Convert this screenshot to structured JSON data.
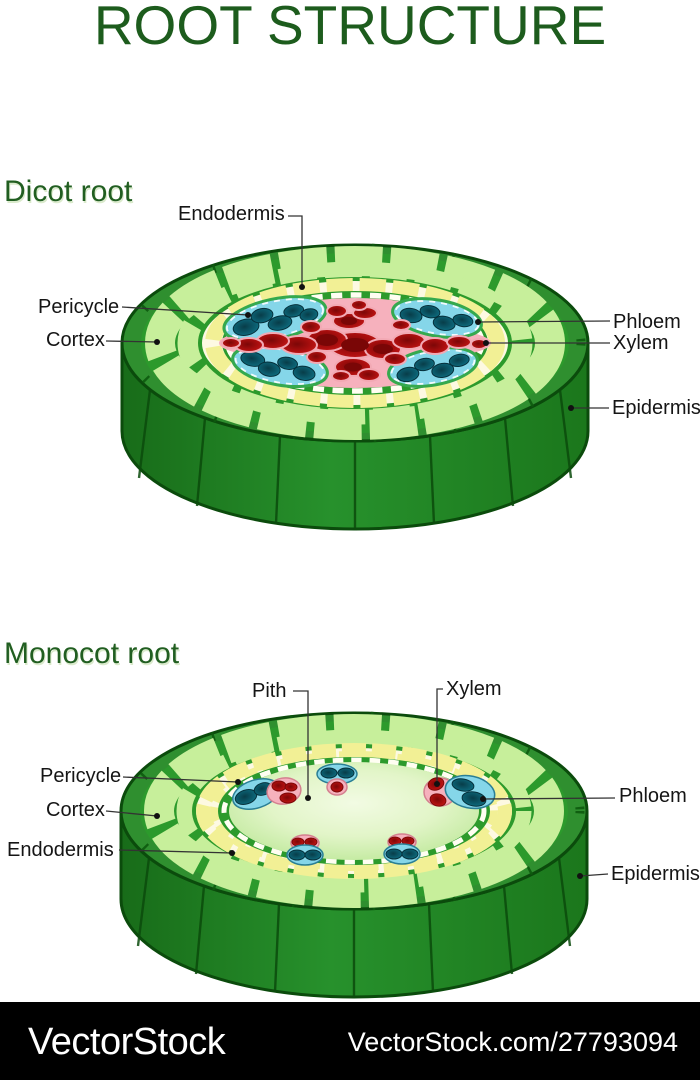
{
  "title": "ROOT STRUCTURE",
  "sections": {
    "dicot": {
      "heading": "Dicot root",
      "labels": {
        "endodermis": "Endodermis",
        "pericycle": "Pericycle",
        "cortex": "Cortex",
        "phloem": "Phloem",
        "xylem": "Xylem",
        "epidermis": "Epidermis"
      }
    },
    "monocot": {
      "heading": "Monocot root",
      "labels": {
        "pith": "Pith",
        "xylem": "Xylem",
        "phloem": "Phloem",
        "pericycle": "Pericycle",
        "cortex": "Cortex",
        "endodermis": "Endodermis",
        "epidermis": "Epidermis"
      }
    }
  },
  "watermark": {
    "brand": "VectorStock",
    "url_text": "VectorStock.com/27793094"
  },
  "colors": {
    "title_green": "#1d5c1d",
    "heading_green": "#215e21",
    "label_black": "#151515",
    "epidermis_side": "#1e7d1f",
    "epidermis_rim": "#2f8f2f",
    "cortex_cell": "#c7ef9b",
    "cell_mortar_green": "#2c9a2c",
    "endodermis_yellow": "#f2f095",
    "cream_wall": "#fdf9e2",
    "pericycle_white": "#fffef2",
    "stele_pink": "#f6b1bd",
    "xylem_red": "#b61111",
    "phloem_blue": "#85d6e9",
    "phloem_teal": "#0c6375",
    "pith_green": "#dff3c4",
    "watermark_bg": "#000000",
    "watermark_text": "#ffffff"
  }
}
